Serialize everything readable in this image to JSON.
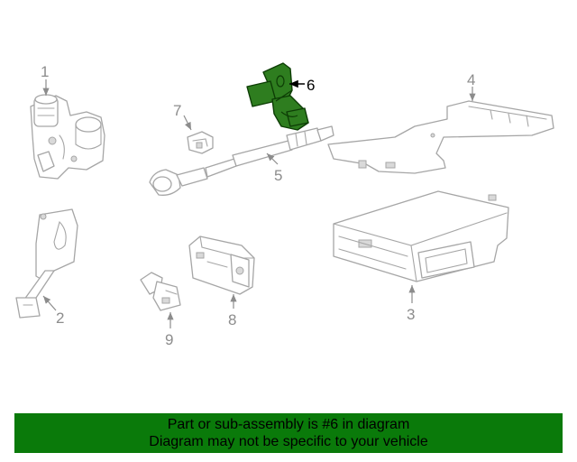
{
  "diagram": {
    "callouts": [
      "1",
      "2",
      "3",
      "4",
      "5",
      "6",
      "7",
      "8",
      "9"
    ],
    "highlight_color": "#2e7d1f"
  },
  "banner": {
    "line1": "Part or sub-assembly is #6 in diagram",
    "line2": "Diagram may not be specific to your vehicle",
    "background": "#0a7a0a"
  }
}
